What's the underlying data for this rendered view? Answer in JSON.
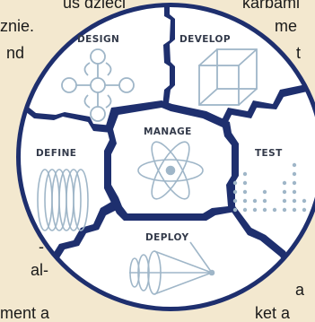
{
  "wheel": {
    "segments": {
      "design": "DESIGN",
      "develop": "DEVELOP",
      "define": "DEFINE",
      "test": "TEST",
      "deploy": "DEPLOY",
      "manage": "MANAGE"
    }
  },
  "background_text": {
    "top_left": "us dzieci",
    "left_2": "znie.",
    "left_3": "nd",
    "top_right": "karbami",
    "right_2": "me",
    "right_3": "t",
    "left_lower_1": "-",
    "left_lower_2": "al-",
    "bottom_left": "ment a",
    "bottom_right_1": "a",
    "bottom_right_2": "ket a"
  },
  "colors": {
    "page_background": "#f3e8cf",
    "wheel_fill": "#1e2f6e",
    "segment_fill": "#ffffff",
    "illustration_stroke": "#9fb6c8"
  }
}
